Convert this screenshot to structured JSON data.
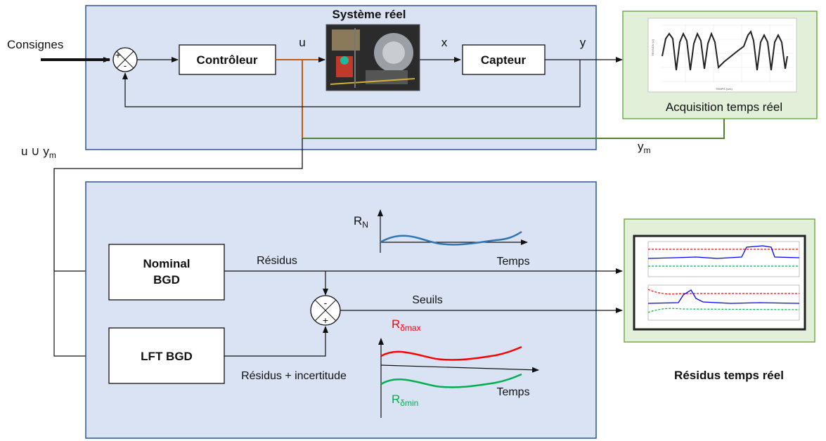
{
  "top_panel": {
    "title": "Système réel",
    "input_label": "Consignes",
    "summing_plus": "+",
    "summing_minus": "-",
    "controller_label": "Contrôleur",
    "control_signal": "u",
    "state_signal": "x",
    "sensor_label": "Capteur",
    "output_signal": "y"
  },
  "acquisition": {
    "caption": "Acquisition temps réel",
    "output_label_main": "y",
    "output_label_sub": "m",
    "plot_ylabel": "TENSION (V)",
    "plot_xlabel": "TEMPS (sec)"
  },
  "link": {
    "label_main": "u ∪ y",
    "label_sub": "m"
  },
  "bottom_panel": {
    "nominal_line1": "Nominal",
    "nominal_line2": "BGD",
    "lft_label": "LFT BGD",
    "residus_label": "Résidus",
    "residus_incert_label": "Résidus + incertitude",
    "seuils_label": "Seuils",
    "comparator_minus": "-",
    "comparator_plus": "+",
    "rn_main": "R",
    "rn_sub": "N",
    "temps_label_1": "Temps",
    "temps_label_2": "Temps",
    "rmax_main": "R",
    "rmax_sub": "δmax",
    "rmin_main": "R",
    "rmin_sub": "δmin"
  },
  "realtime": {
    "caption": "Résidus temps réel"
  },
  "colors": {
    "panel_fill": "#dae3f3",
    "panel_border": "#2f5597",
    "green_fill": "#e2efd9",
    "green_border": "#70ad47",
    "u_line": "#c55a11",
    "ym_line": "#548235",
    "rn_curve": "#2e75b6",
    "rmax_curve": "#ff0000",
    "rmin_curve": "#00b050"
  }
}
